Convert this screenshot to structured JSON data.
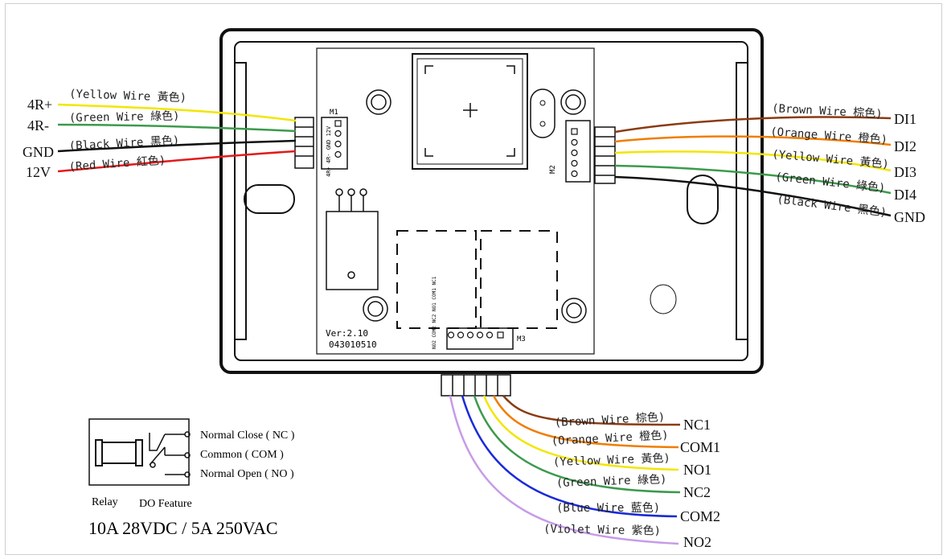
{
  "left_wires": [
    {
      "terminal": "4R+",
      "label": "(Yellow Wire 黃色)",
      "color": "#f2e600"
    },
    {
      "terminal": "4R-",
      "label": "(Green Wire 綠色)",
      "color": "#3c9a4c"
    },
    {
      "terminal": "GND",
      "label": "(Black Wire 黑色)",
      "color": "#111111"
    },
    {
      "terminal": "12V",
      "label": "(Red Wire 紅色)",
      "color": "#e01c1c"
    }
  ],
  "right_wires": [
    {
      "terminal": "DI1",
      "label": "(Brown Wire 棕色)",
      "color": "#8a3b12"
    },
    {
      "terminal": "DI2",
      "label": "(Orange Wire 橙色)",
      "color": "#f07d00"
    },
    {
      "terminal": "DI3",
      "label": "(Yellow Wire 黃色)",
      "color": "#f2e600"
    },
    {
      "terminal": "DI4",
      "label": "(Green Wire 綠色)",
      "color": "#3c9a4c"
    },
    {
      "terminal": "GND",
      "label": "(Black Wire 黑色)",
      "color": "#111111"
    }
  ],
  "bottom_wires": [
    {
      "terminal": "NC1",
      "label": "(Brown Wire 棕色)",
      "color": "#8a3b12"
    },
    {
      "terminal": "COM1",
      "label": "(Orange Wire 橙色)",
      "color": "#f07d00"
    },
    {
      "terminal": "NO1",
      "label": "(Yellow Wire 黃色)",
      "color": "#f2e600"
    },
    {
      "terminal": "NC2",
      "label": "(Green Wire 綠色)",
      "color": "#3c9a4c"
    },
    {
      "terminal": "COM2",
      "label": "(Blue Wire 藍色)",
      "color": "#1a2ad8"
    },
    {
      "terminal": "NO2",
      "label": "(Violet Wire 紫色)",
      "color": "#c79be8"
    }
  ],
  "board": {
    "version": "Ver:2.10",
    "serial": "043010510",
    "m1": "M1",
    "m2": "M2",
    "m3": "M3",
    "m1_pins": "4R+ 4R- GND 12V",
    "m3_pins": "NO2 COM2 NC2 NO1 COM1 NC1"
  },
  "relay_legend": {
    "nc": "Normal Close ( NC )",
    "com": "Common ( COM )",
    "no": "Normal Open ( NO )",
    "relay": "Relay",
    "feature": "DO Feature",
    "rating": "10A 28VDC / 5A 250VAC"
  }
}
